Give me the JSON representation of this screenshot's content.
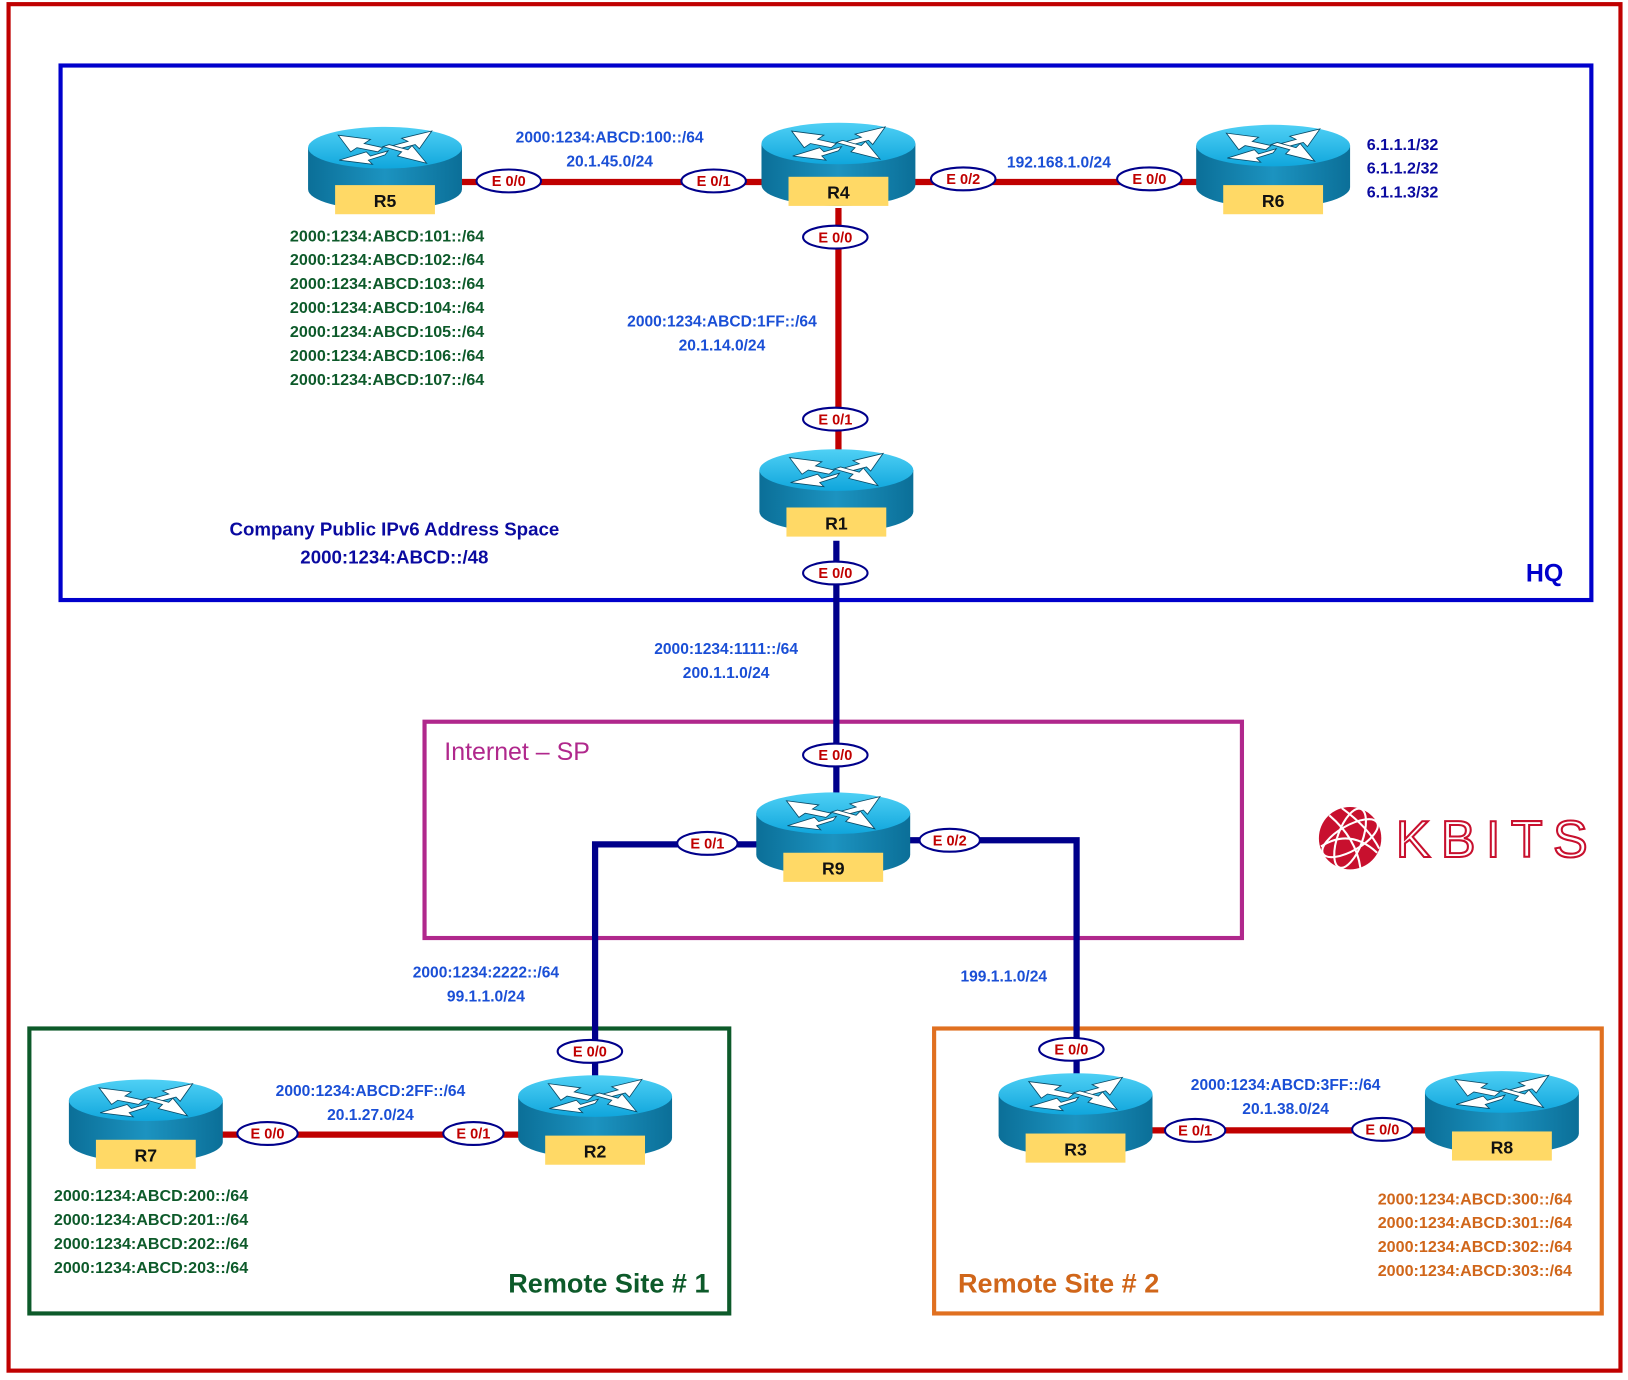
{
  "colors": {
    "outer_border": "#c00000",
    "hq_border": "#0000cc",
    "internet_border": "#b0288c",
    "site1_border": "#0d5a2a",
    "site2_border": "#e07020",
    "lan_link": "#c00000",
    "wan_link": "#00008b",
    "subnet_text": "#1a4fd6",
    "hq_loopback_text": "#0d5a2a",
    "r6_loopback_text": "#0a0aa0",
    "hq_note_text": "#0a0aa0",
    "site1_text": "#0d5a2a",
    "site2_text": "#d0661a",
    "iface_text": "#c00000",
    "iface_border": "#00008b",
    "router_label_bg": "#ffd966",
    "logo": "#c8102e"
  },
  "regions": {
    "hq": {
      "title": "HQ"
    },
    "internet": {
      "title": "Internet – SP"
    },
    "site1": {
      "title": "Remote Site # 1"
    },
    "site2": {
      "title": "Remote Site # 2"
    }
  },
  "routers": {
    "R1": {
      "name": "R1"
    },
    "R2": {
      "name": "R2"
    },
    "R3": {
      "name": "R3"
    },
    "R4": {
      "name": "R4"
    },
    "R5": {
      "name": "R5"
    },
    "R6": {
      "name": "R6"
    },
    "R7": {
      "name": "R7"
    },
    "R8": {
      "name": "R8"
    },
    "R9": {
      "name": "R9"
    }
  },
  "links": {
    "r5_r4": {
      "ipv6": "2000:1234:ABCD:100::/64",
      "ipv4": "20.1.45.0/24",
      "a_if": "E 0/0",
      "b_if": "E 0/1"
    },
    "r4_r6": {
      "ipv4": "192.168.1.0/24",
      "a_if": "E 0/2",
      "b_if": "E 0/0"
    },
    "r4_r1": {
      "ipv6": "2000:1234:ABCD:1FF::/64",
      "ipv4": "20.1.14.0/24",
      "a_if": "E 0/0",
      "b_if": "E 0/1"
    },
    "r1_r9": {
      "ipv6": "2000:1234:1111::/64",
      "ipv4": "200.1.1.0/24",
      "a_if": "E 0/0",
      "b_if": "E 0/0"
    },
    "r9_r2": {
      "ipv6": "2000:1234:2222::/64",
      "ipv4": "99.1.1.0/24",
      "a_if": "E 0/1",
      "b_if": "E 0/0"
    },
    "r9_r3": {
      "ipv4": "199.1.1.0/24",
      "a_if": "E 0/2",
      "b_if": "E 0/0"
    },
    "r7_r2": {
      "ipv6": "2000:1234:ABCD:2FF::/64",
      "ipv4": "20.1.27.0/24",
      "a_if": "E 0/0",
      "b_if": "E 0/1"
    },
    "r3_r8": {
      "ipv6": "2000:1234:ABCD:3FF::/64",
      "ipv4": "20.1.38.0/24",
      "a_if": "E 0/1",
      "b_if": "E 0/0"
    }
  },
  "loopbacks": {
    "R5": [
      "2000:1234:ABCD:101::/64",
      "2000:1234:ABCD:102::/64",
      "2000:1234:ABCD:103::/64",
      "2000:1234:ABCD:104::/64",
      "2000:1234:ABCD:105::/64",
      "2000:1234:ABCD:106::/64",
      "2000:1234:ABCD:107::/64"
    ],
    "R6": [
      "6.1.1.1/32",
      "6.1.1.2/32",
      "6.1.1.3/32"
    ],
    "R7": [
      "2000:1234:ABCD:200::/64",
      "2000:1234:ABCD:201::/64",
      "2000:1234:ABCD:202::/64",
      "2000:1234:ABCD:203::/64"
    ],
    "R8": [
      "2000:1234:ABCD:300::/64",
      "2000:1234:ABCD:301::/64",
      "2000:1234:ABCD:302::/64",
      "2000:1234:ABCD:303::/64"
    ]
  },
  "hq_note": {
    "line1": "Company Public IPv6 Address Space",
    "line2": "2000:1234:ABCD::/48"
  },
  "logo": {
    "text": "KBITS",
    "icon": "globe-icon"
  }
}
